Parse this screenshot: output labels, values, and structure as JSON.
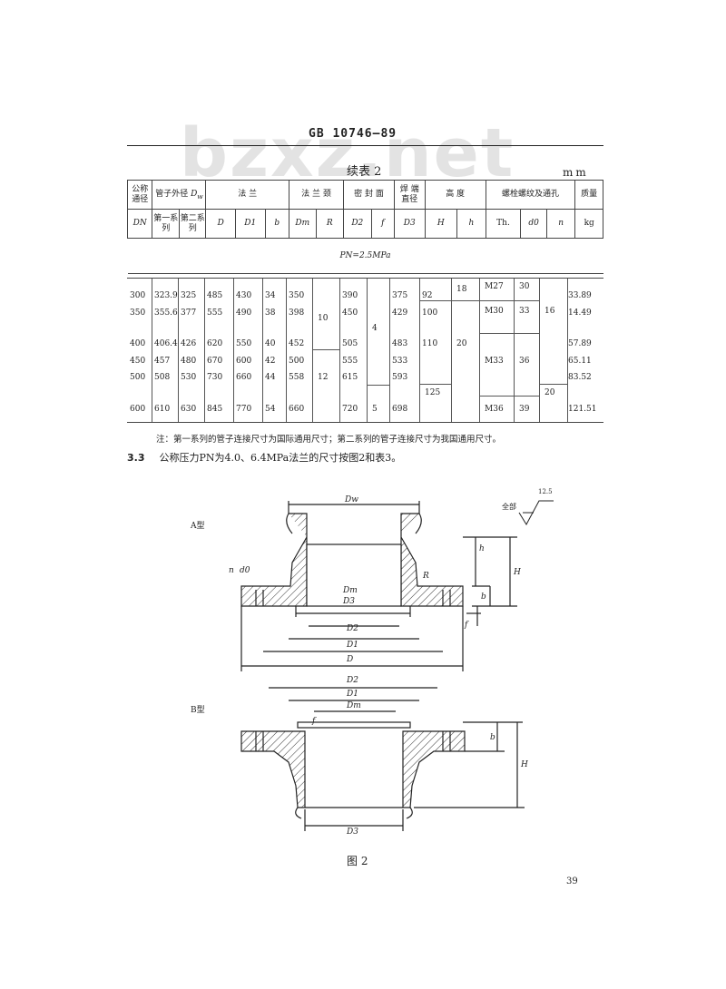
{
  "header": {
    "standard_no": "GB 10746—89",
    "watermark": "bzxz.net"
  },
  "table": {
    "title": "续表 2",
    "unit": "mm",
    "headers": {
      "dn_group": "公称通径",
      "pipe_od_group": "管子外径",
      "flange_group": "法  兰",
      "neck_group": "法 兰 颈",
      "seal_group": "密 封 面",
      "weld_group": "焊 端 直径",
      "height_group": "高    度",
      "bolt_group": "螺栓螺纹及通孔",
      "mass_group": "质量",
      "dn": "DN",
      "series1": "第一系列",
      "series2": "第二系列",
      "D": "D",
      "D1": "D1",
      "b": "b",
      "Dm": "Dm",
      "R": "R",
      "D2": "D2",
      "f": "f",
      "D3": "D3",
      "H": "H",
      "h": "h",
      "Th": "Th.",
      "d0": "d0",
      "n": "n",
      "kg": "kg"
    },
    "pressure_label": "PN=2.5MPa",
    "rows": [
      {
        "dn": "300",
        "s1": "323.9",
        "s2": "325",
        "D": "485",
        "D1": "430",
        "b": "34",
        "Dm": "350",
        "D2": "390",
        "D3": "375",
        "H": "92",
        "mass": "33.89"
      },
      {
        "dn": "350",
        "s1": "355.6",
        "s2": "377",
        "D": "555",
        "D1": "490",
        "b": "38",
        "Dm": "398",
        "D2": "450",
        "D3": "429",
        "H": "100",
        "mass": "14.49"
      },
      {
        "dn": "400",
        "s1": "406.4",
        "s2": "426",
        "D": "620",
        "D1": "550",
        "b": "40",
        "Dm": "452",
        "D2": "505",
        "D3": "483",
        "H": "110",
        "mass": "57.89"
      },
      {
        "dn": "450",
        "s1": "457",
        "s2": "480",
        "D": "670",
        "D1": "600",
        "b": "42",
        "Dm": "500",
        "D2": "555",
        "D3": "533",
        "H": "",
        "mass": "65.11"
      },
      {
        "dn": "500",
        "s1": "508",
        "s2": "530",
        "D": "730",
        "D1": "660",
        "b": "44",
        "Dm": "558",
        "D2": "615",
        "D3": "593",
        "H": "",
        "mass": "83.52"
      },
      {
        "dn": "600",
        "s1": "610",
        "s2": "630",
        "D": "845",
        "D1": "770",
        "b": "54",
        "Dm": "660",
        "D2": "720",
        "D3": "698",
        "H": "",
        "mass": "121.51"
      }
    ],
    "merged": {
      "R_a": "10",
      "R_b": "12",
      "f_a": "4",
      "f_b": "5",
      "H_600": "125",
      "h_a": "18",
      "h_b": "20",
      "Th_a": "M27",
      "Th_b": "M30",
      "Th_c": "M33",
      "Th_d": "M36",
      "d0_a": "30",
      "d0_b": "33",
      "d0_c": "36",
      "d0_d": "39",
      "n_a": "16",
      "n_b": "20"
    }
  },
  "note": "注：第一系列的管子连接尺寸为国际通用尺寸；第二系列的管子连接尺寸为我国通用尺寸。",
  "clause": {
    "number": "3.3",
    "text": "公称压力PN为4.0、6.4MPa法兰的尺寸按图2和表3。"
  },
  "figure": {
    "type_a": "A型",
    "type_b": "B型",
    "roughness_label": "全部",
    "roughness_value": "12.5",
    "caption": "图 2",
    "labels_a": {
      "Dw": "Dw",
      "h": "h",
      "H": "H",
      "n": "n",
      "d0": "d0",
      "R": "R",
      "Dm": "Dm",
      "D3": "D3",
      "b": "b",
      "f": "f",
      "D2": "D2",
      "D1": "D1",
      "D": "D"
    },
    "labels_b": {
      "D2": "D2",
      "D1": "D1",
      "Dm": "Dm",
      "f": "f",
      "b": "b",
      "H": "H",
      "D3": "D3"
    }
  },
  "page_number": "39"
}
